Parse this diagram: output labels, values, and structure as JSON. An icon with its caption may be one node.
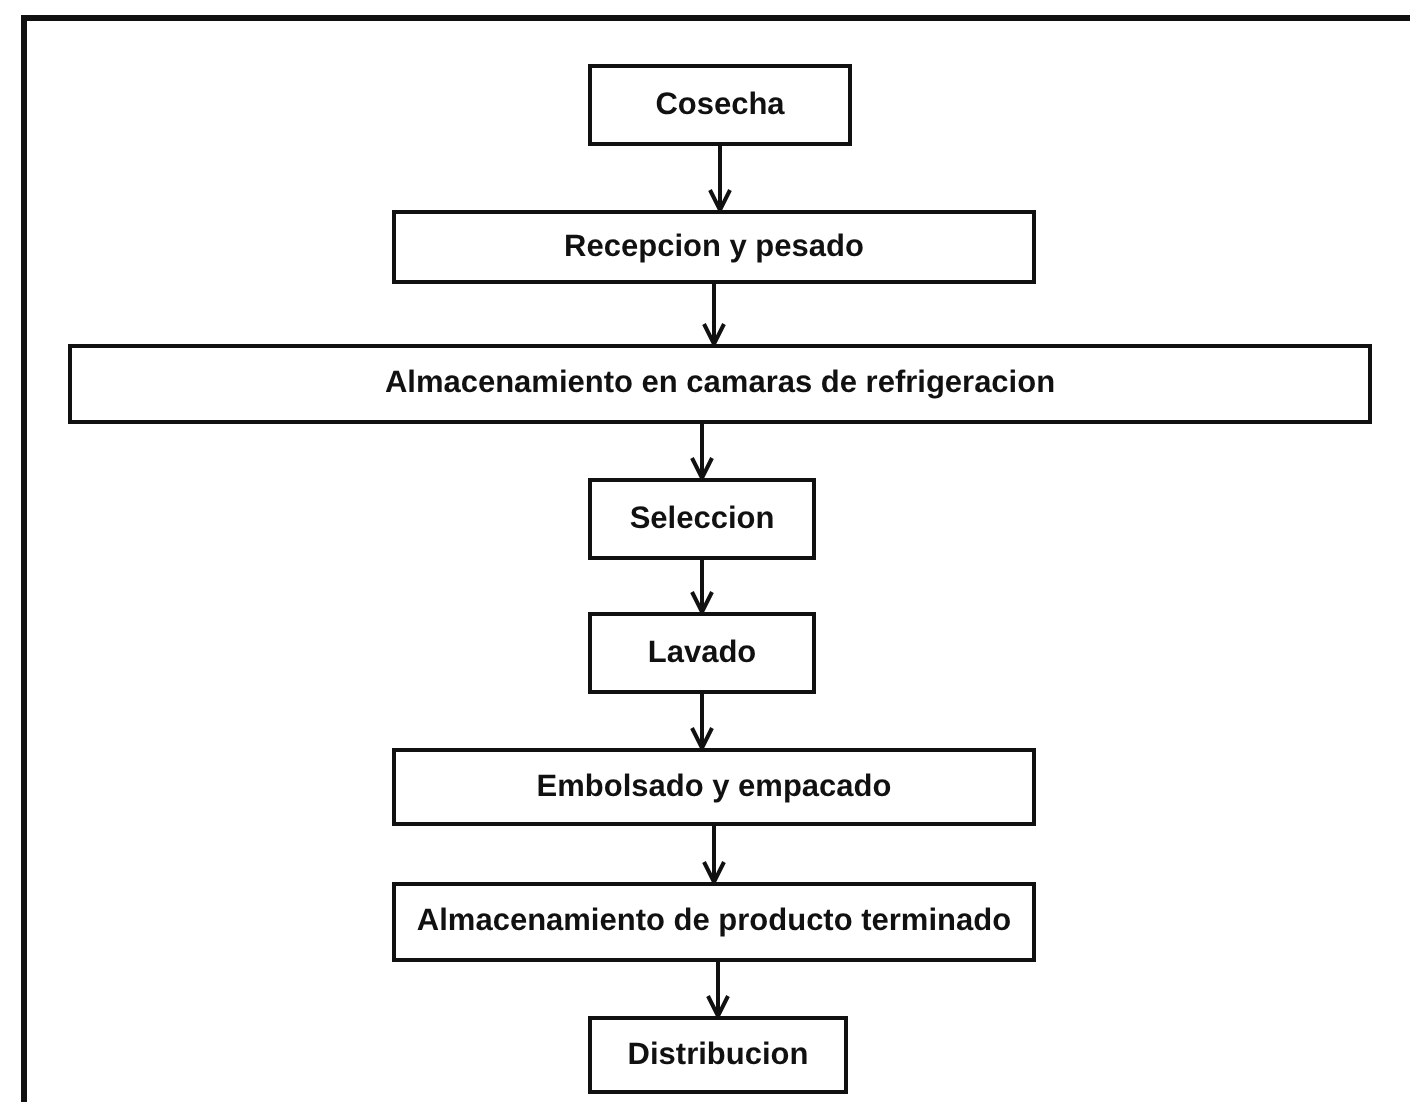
{
  "diagram": {
    "nodes": [
      {
        "text": [
          "Cosecha"
        ]
      },
      {
        "text": [
          "Recepcion y pesado"
        ]
      },
      {
        "text": [
          "Almacenamiento en camaras de refrigeracion"
        ]
      },
      {
        "text": [
          "Seleccion"
        ]
      },
      {
        "text": [
          "Lavado"
        ]
      },
      {
        "text": [
          "Embolsado y empacado"
        ]
      },
      {
        "text": [
          "Almacenamiento de producto terminado"
        ]
      },
      {
        "text": [
          "Distribucion"
        ]
      }
    ],
    "edges": [
      {
        "from": 0,
        "to": 1,
        "arrow": "to"
      },
      {
        "from": 1,
        "to": 2,
        "arrow": "to"
      },
      {
        "from": 2,
        "to": 3,
        "arrow": "to"
      },
      {
        "from": 3,
        "to": 4,
        "arrow": "to"
      },
      {
        "from": 4,
        "to": 5,
        "arrow": "to"
      },
      {
        "from": 5,
        "to": 6,
        "arrow": "to"
      },
      {
        "from": 6,
        "to": 7,
        "arrow": "to"
      }
    ]
  }
}
